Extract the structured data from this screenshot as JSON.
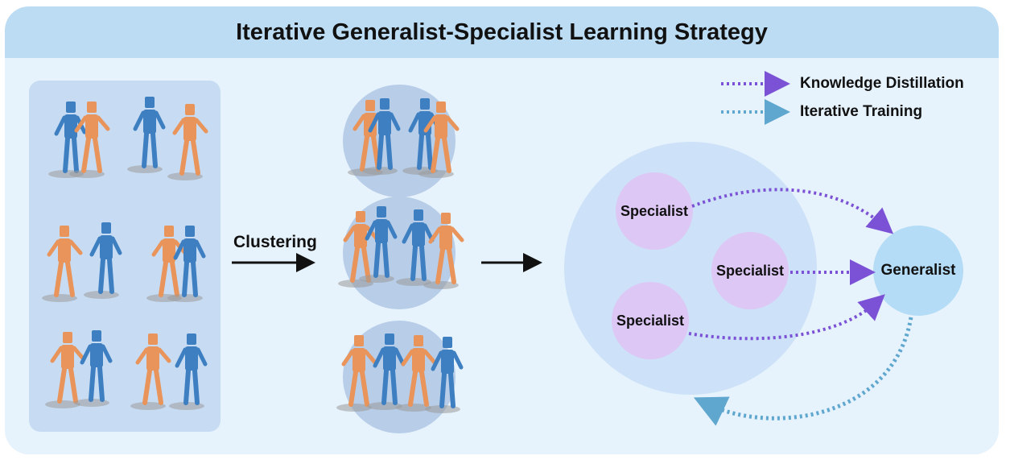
{
  "title": "Iterative Generalist-Specialist Learning Strategy",
  "legend": {
    "items": [
      {
        "label": "Knowledge Distillation",
        "color": "#7b52d6"
      },
      {
        "label": "Iterative Training",
        "color": "#5fa7cf"
      }
    ]
  },
  "steps": {
    "clustering_label": "Clustering"
  },
  "nodes": {
    "specialist_1": "Specialist",
    "specialist_2": "Specialist",
    "specialist_3": "Specialist",
    "generalist": "Generalist"
  },
  "colors": {
    "figure_blue": "#3e7fc1",
    "figure_orange": "#e8945a",
    "specialist_fill": "#ddc7f5",
    "generalist_fill": "#b4dcf6",
    "cluster_fill": "#b7cde8"
  }
}
